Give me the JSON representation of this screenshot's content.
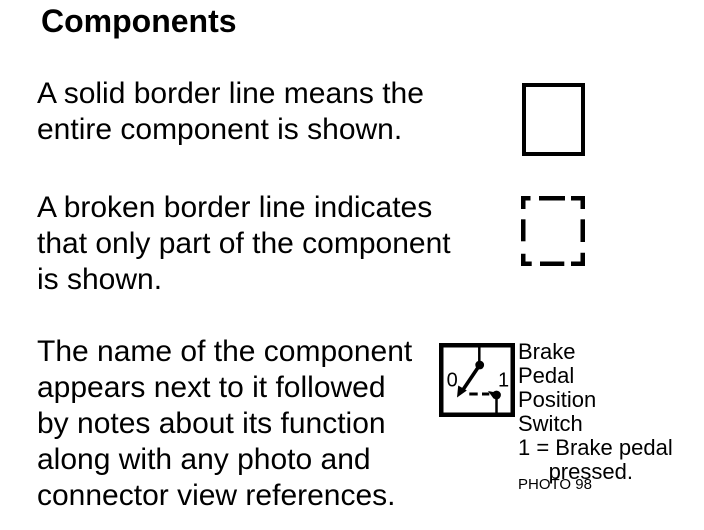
{
  "page": {
    "title": "Components",
    "background_color": "#ffffff",
    "text_color": "#000000"
  },
  "legend": [
    {
      "id": "solid-border",
      "text": "A solid border line means the\nentire component is shown.",
      "symbol": "solid-border-box"
    },
    {
      "id": "broken-border",
      "text": "A broken border line indicates\nthat only part of the component\nis shown.",
      "symbol": "broken-border-box"
    },
    {
      "id": "component-name",
      "text": "The name of the component\nappears next to it followed\nby notes about its function\nalong with any photo and\nconnector view references.",
      "symbol": "switch-symbol"
    }
  ],
  "example": {
    "switch": {
      "position_off_label": "0",
      "position_on_label": "1"
    },
    "component_label": "Brake\nPedal\nPosition\nSwitch\n1 = Brake pedal\n     pressed.",
    "photo_ref": "PHOTO 98"
  }
}
